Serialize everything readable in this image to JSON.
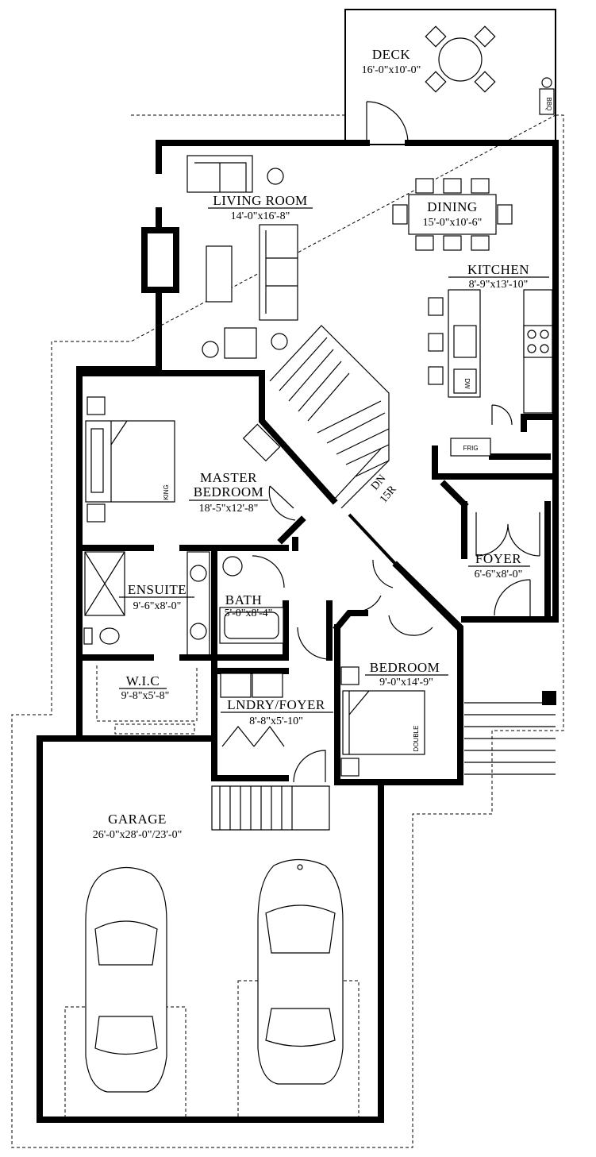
{
  "rooms": {
    "deck": {
      "name": "DECK",
      "size": "16'-0\"x10'-0\""
    },
    "living": {
      "name": "LIVING ROOM",
      "size": "14'-0\"x16'-8\""
    },
    "dining": {
      "name": "DINING",
      "size": "15'-0\"x10'-6\""
    },
    "kitchen": {
      "name": "KITCHEN",
      "size": "8'-9\"x13'-10\""
    },
    "master": {
      "name1": "MASTER",
      "name2": "BEDROOM",
      "size": "18'-5\"x12'-8\""
    },
    "foyer": {
      "name": "FOYER",
      "size": "6'-6\"x8'-0\""
    },
    "ensuite": {
      "name": "ENSUITE",
      "size": "9'-6\"x8'-0\""
    },
    "bath": {
      "name": "BATH",
      "size": "5'-0\"x8'-4\""
    },
    "wic": {
      "name": "W.I.C",
      "size": "9'-8\"x5'-8\""
    },
    "laundry": {
      "name": "LNDRY/FOYER",
      "size": "8'-8\"x5'-10\""
    },
    "bedroom": {
      "name": "BEDROOM",
      "size": "9'-0\"x14'-9\""
    },
    "garage": {
      "name": "GARAGE",
      "size": "26'-0\"x28'-0\"/23'-0\""
    }
  },
  "stairs": {
    "direction": "DN",
    "risers": "15R"
  },
  "fixtures": {
    "king": "KING",
    "double": "DOUBLE",
    "dw": "DW",
    "frig": "FRIG",
    "bbq": "BBQ"
  }
}
